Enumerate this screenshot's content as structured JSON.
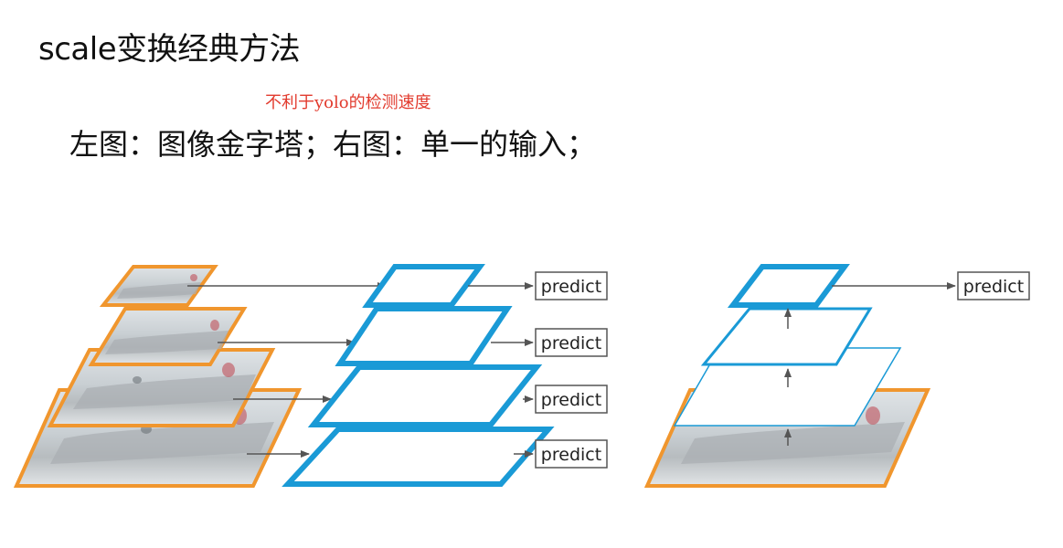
{
  "title": "scale变换经典方法",
  "note": "不利于yolo的检测速度",
  "subtitle": "左图：图像金字塔；右图：单一的输入；",
  "predict_labels": [
    "predict",
    "predict",
    "predict",
    "predict",
    "predict"
  ],
  "colors": {
    "image_border": "#f0962e",
    "feature_border": "#1a9ad6",
    "arrow": "#555555",
    "note": "#e23b2e"
  }
}
